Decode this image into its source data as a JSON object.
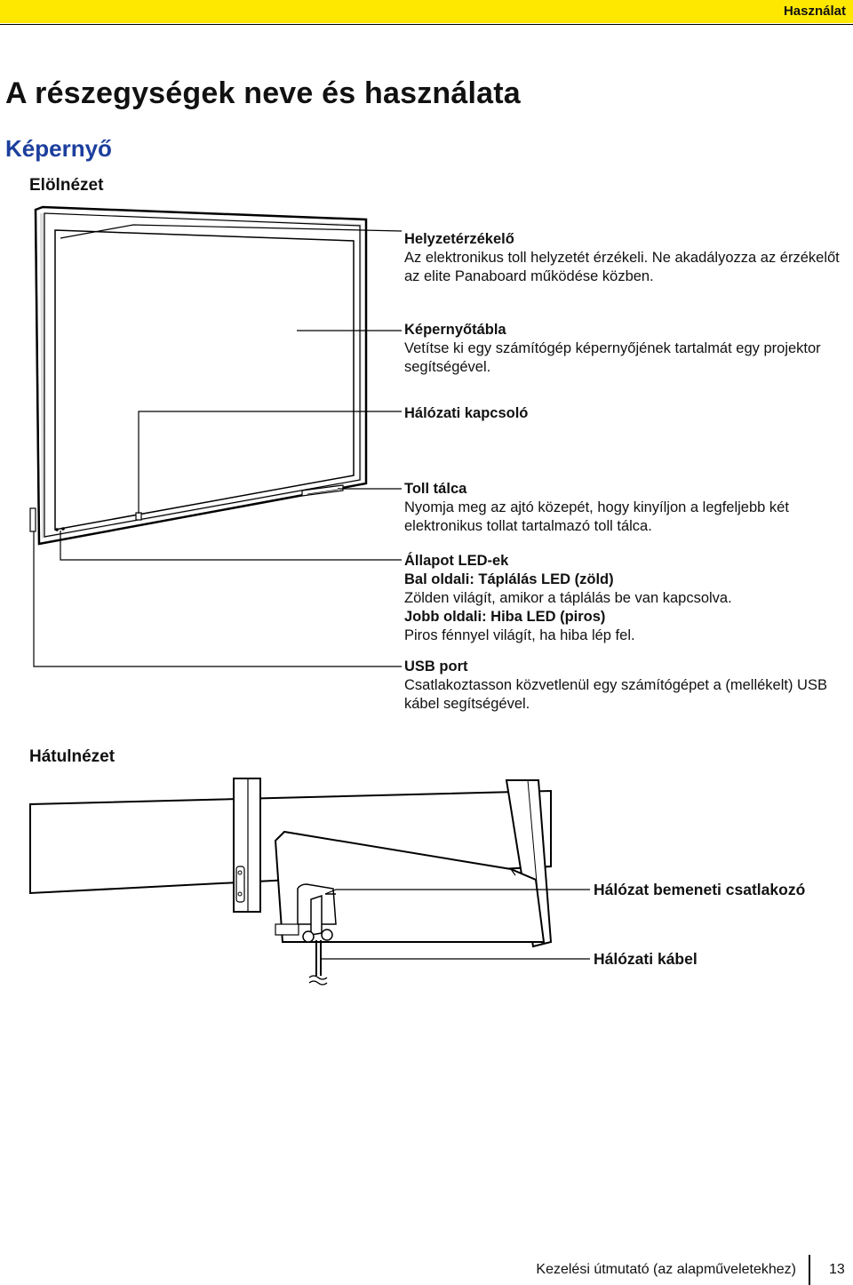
{
  "header": {
    "section": "Használat"
  },
  "title": "A részegységek neve és használata",
  "section": "Képernyő",
  "front": {
    "label": "Elölnézet",
    "callouts": [
      {
        "title": "Helyzetérzékelő",
        "text": "Az elektronikus toll helyzetét érzékeli. Ne akadályozza az érzékelőt az elite Panaboard működése közben."
      },
      {
        "title": "Képernyőtábla",
        "text": "Vetítse ki egy számítógép képernyőjének tartalmát egy projektor segítségével."
      },
      {
        "title": "Hálózati kapcsoló",
        "text": ""
      },
      {
        "title": "Toll tálca",
        "text": "Nyomja meg az ajtó közepét, hogy kinyíljon a legfeljebb két elektronikus tollat tartalmazó toll tálca."
      },
      {
        "title": "Állapot LED-ek",
        "left_label": "Bal oldali: Táplálás LED (zöld)",
        "left_text": "Zölden világít, amikor a táplálás be van kapcsolva.",
        "right_label": "Jobb oldali: Hiba LED (piros)",
        "right_text": "Piros fénnyel világít, ha hiba lép fel."
      },
      {
        "title": "USB port",
        "text": "Csatlakoztasson közvetlenül egy számítógépet a (mellékelt) USB kábel segítségével."
      }
    ]
  },
  "back": {
    "label": "Hátulnézet",
    "callouts": [
      {
        "title": "Hálózat bemeneti csatlakozó"
      },
      {
        "title": "Hálózati kábel"
      }
    ]
  },
  "footer": {
    "text": "Kezelési útmutató (az alapműveletekhez)",
    "page": "13"
  }
}
